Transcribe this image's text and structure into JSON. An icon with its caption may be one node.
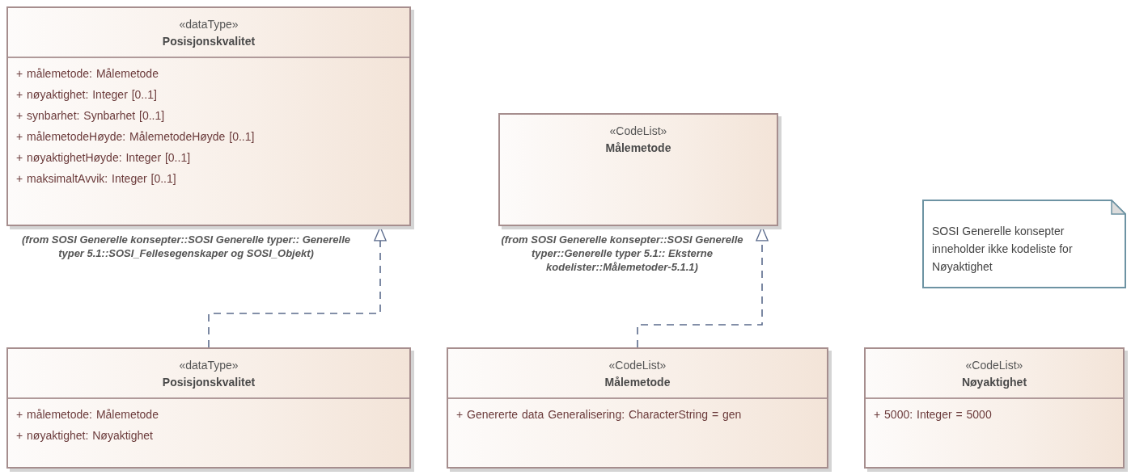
{
  "diagram": {
    "nodes": [
      {
        "text": [
          "«dataType»",
          "Posisjonskvalitet",
          "+ målemetode: Målemetode",
          "+ nøyaktighet: Integer [0..1]",
          "+ synbarhet: Synbarhet [0..1]",
          "+ målemetodeHøyde: MålemetodeHøyde [0..1]",
          "+ nøyaktighetHøyde: Integer [0..1]",
          "+ maksimaltAvvik: Integer [0..1]"
        ],
        "beside": [
          "(from SOSI Generelle konsepter::SOSI Generelle typer:: Generelle typer 5.1::SOSI_Fellesegenskaper og SOSI_Objekt)"
        ]
      },
      {
        "text": [
          "«CodeList»",
          "Målemetode"
        ],
        "beside": [
          "(from SOSI Generelle konsepter::SOSI Generelle typer::Generelle typer 5.1:: Eksterne kodelister::Målemetoder-5.1.1)"
        ]
      },
      {
        "text": [
          "SOSI Generelle konsepter inneholder ikke kodeliste for Nøyaktighet"
        ]
      },
      {
        "text": [
          "«dataType»",
          "Posisjonskvalitet",
          "+ målemetode: Målemetode",
          "+ nøyaktighet: Nøyaktighet"
        ]
      },
      {
        "text": [
          "«CodeList»",
          "Målemetode",
          "+ Genererte data Generalisering: CharacterString = gen"
        ]
      },
      {
        "text": [
          "«CodeList»",
          "Nøyaktighet",
          "+ 5000: Integer = 5000"
        ]
      }
    ],
    "edges": [
      {
        "from": 3,
        "to": 0,
        "arrow": "to",
        "style": "dashed"
      },
      {
        "from": 4,
        "to": 1,
        "arrow": "to",
        "style": "dashed"
      }
    ]
  }
}
